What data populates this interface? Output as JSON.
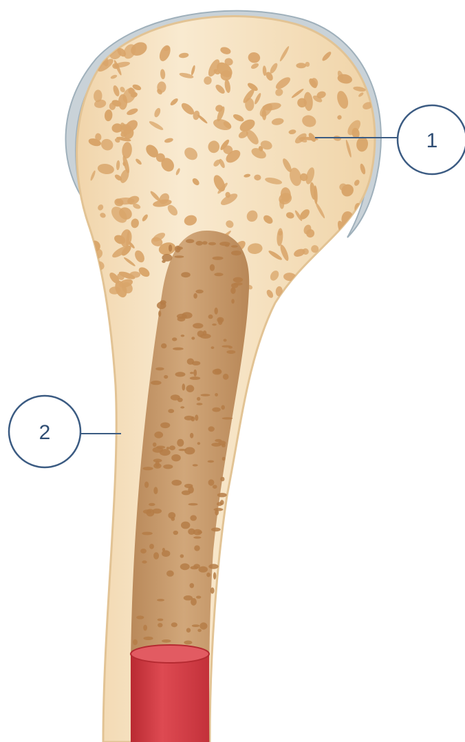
{
  "diagram": {
    "callouts": [
      {
        "id": "1",
        "label": "1"
      },
      {
        "id": "2",
        "label": "2"
      }
    ]
  },
  "colors": {
    "callout_stroke": "#3b5b82",
    "callout_text": "#2f4d73",
    "outer_bone": "#f8e6c8",
    "outer_bone_edge": "#e7c89c",
    "spongy_pore": "#d9a56a",
    "cartilage": "#c9d2d8",
    "marrow_cavity": "#c69866",
    "marrow_pore": "#b57c46",
    "blood_vessel": "#d2373f",
    "blood_vessel_top": "#e56168"
  }
}
